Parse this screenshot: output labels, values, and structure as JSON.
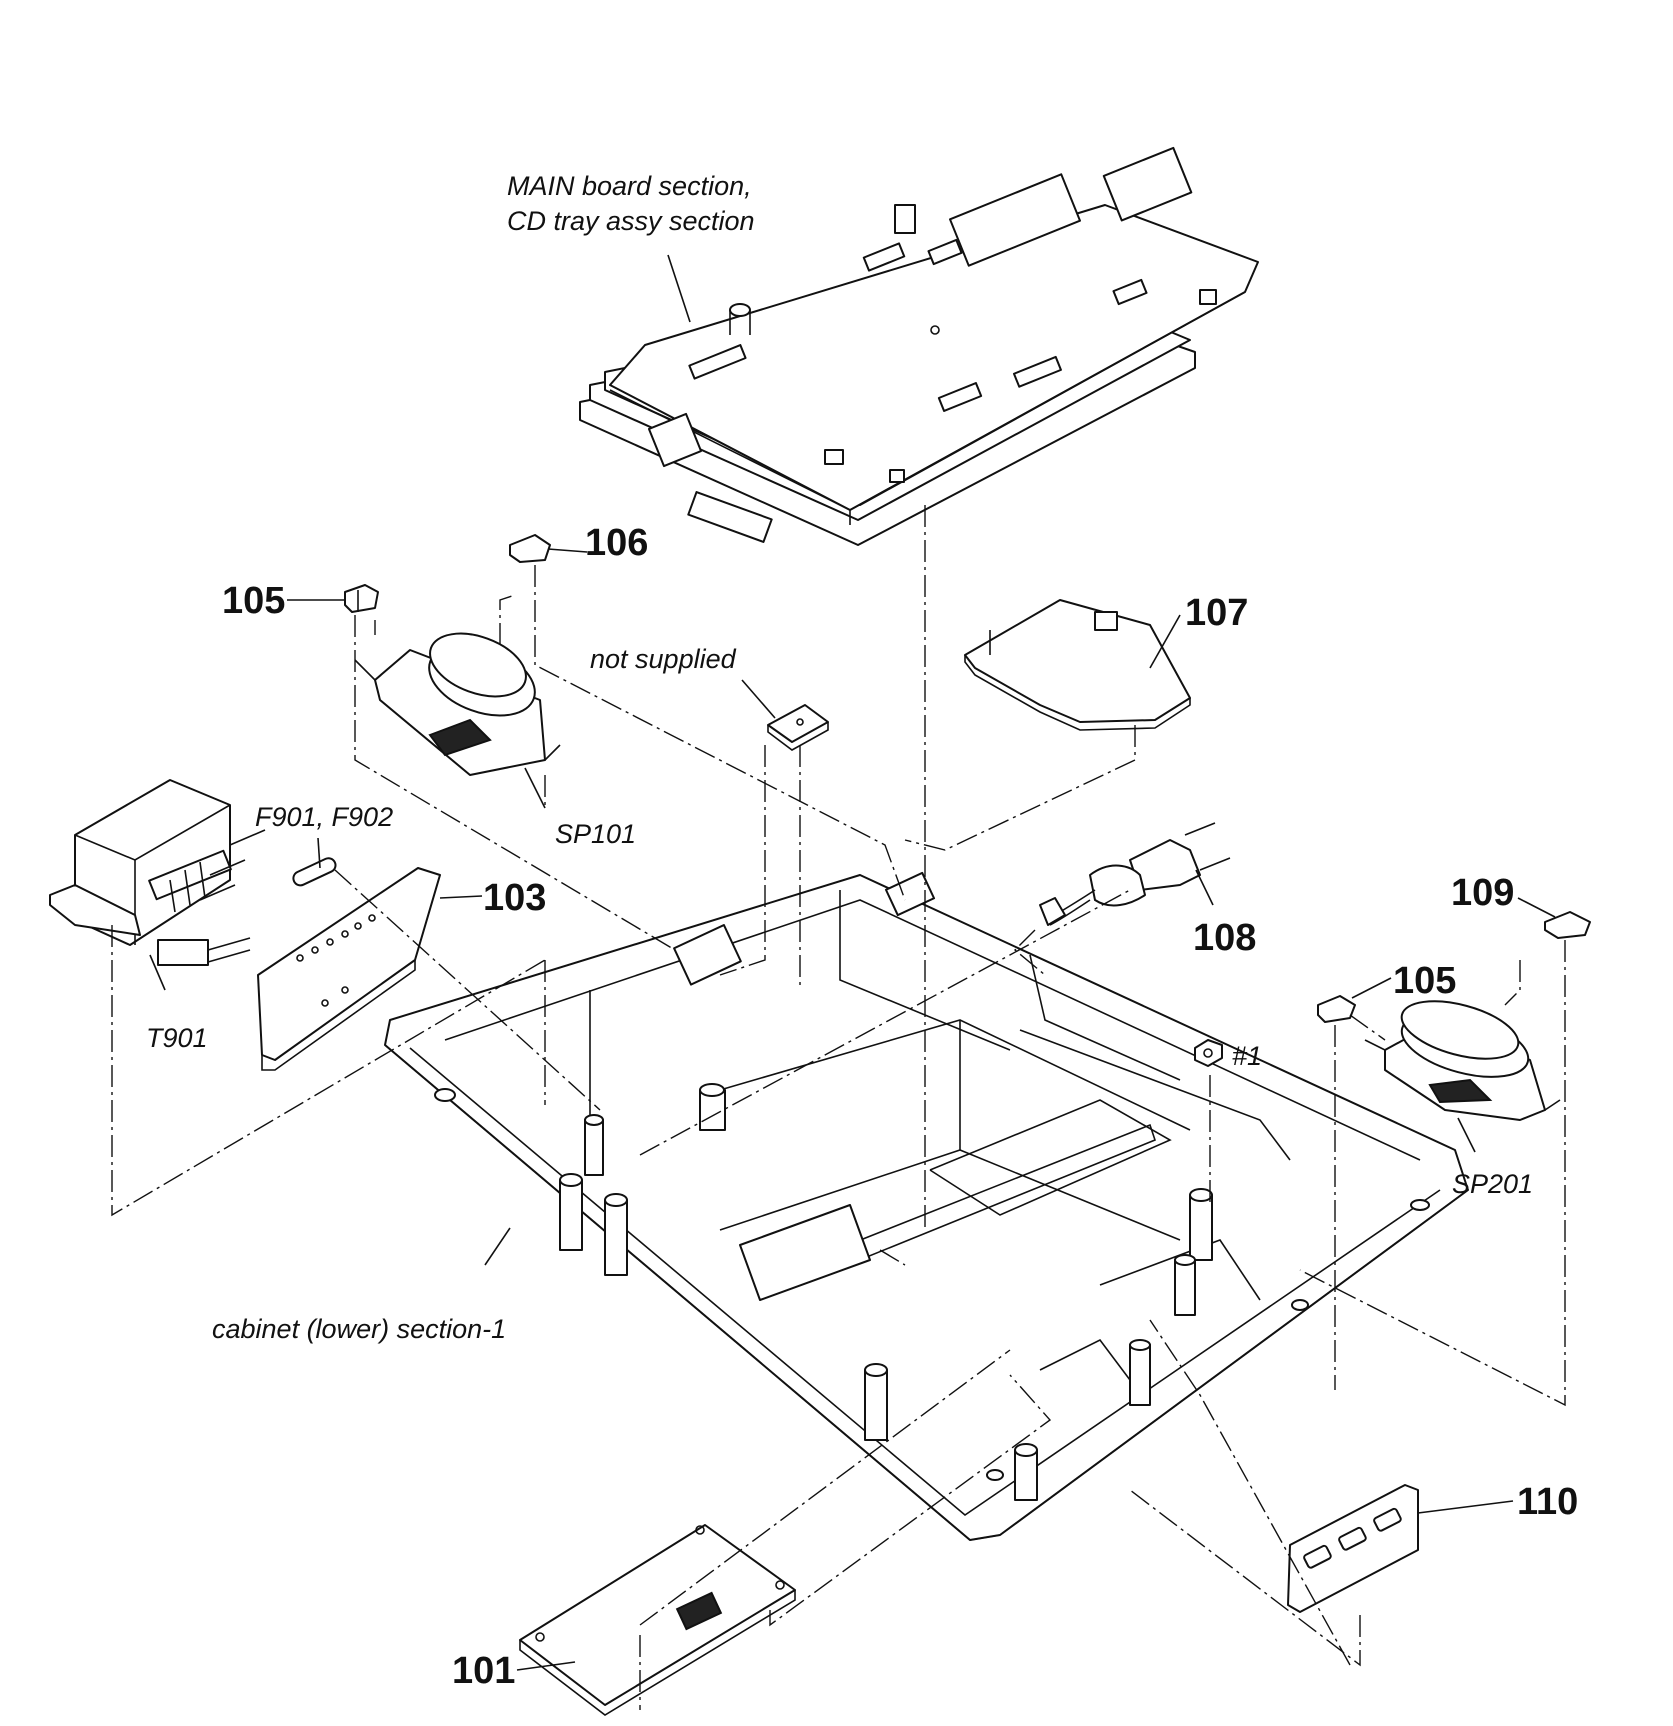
{
  "labels": {
    "main_board_line1": "MAIN board section,",
    "main_board_line2": "CD tray assy section",
    "not_supplied": "not supplied",
    "cabinet_lower": "cabinet (lower) section-1",
    "f901_f902": "F901, F902",
    "t901": "T901",
    "sp101": "SP101",
    "sp201": "SP201",
    "screw_ref": "#1"
  },
  "part_numbers": {
    "p101": "101",
    "p103": "103",
    "p105_left": "105",
    "p105_right": "105",
    "p106": "106",
    "p107": "107",
    "p108": "108",
    "p109": "109",
    "p110": "110"
  }
}
